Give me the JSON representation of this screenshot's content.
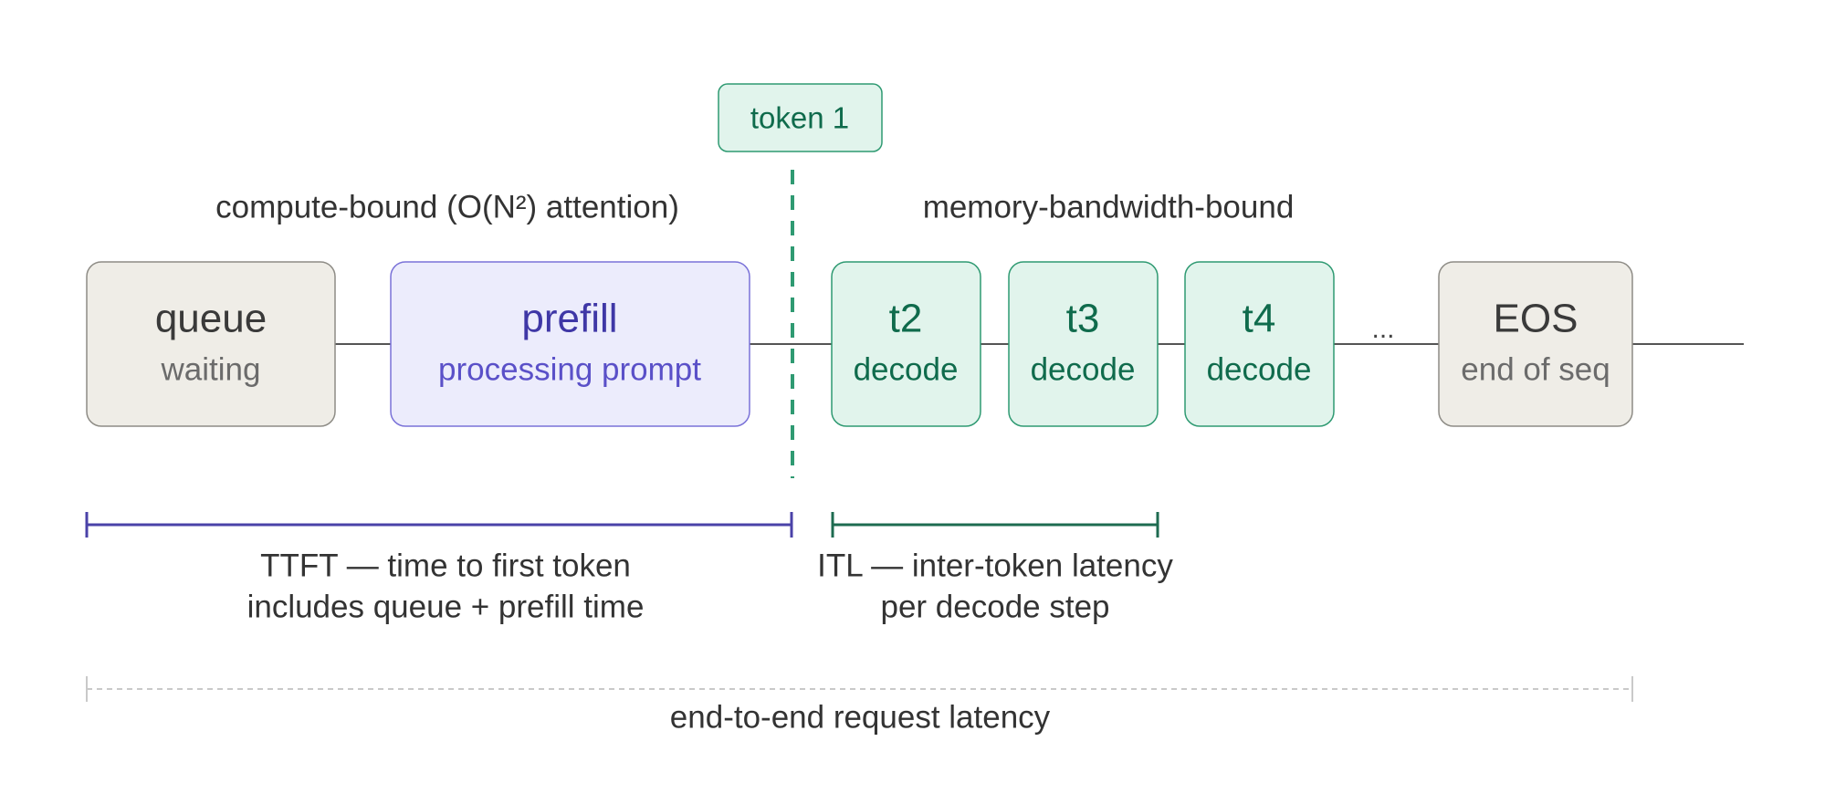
{
  "colors": {
    "neutral_fill": "#efede7",
    "neutral_stroke": "#8e8c86",
    "neutral_title": "#3a3a3a",
    "neutral_sub": "#6b6b6b",
    "prefill_fill": "#ececfc",
    "prefill_stroke": "#7a72d8",
    "prefill_text": "#3f37a6",
    "decode_fill": "#e1f4ec",
    "decode_stroke": "#2f9a72",
    "decode_text": "#0f6b4c",
    "ttft_bracket": "#4a42a8",
    "itl_bracket": "#1e6b50",
    "e2e_line": "#c9c9c9",
    "timeline": "#555555"
  },
  "token_marker": {
    "label": "token 1"
  },
  "phases": {
    "compute_label": "compute-bound (O(N²) attention)",
    "memory_label": "memory-bandwidth-bound"
  },
  "stages": {
    "queue": {
      "title": "queue",
      "subtitle": "waiting"
    },
    "prefill": {
      "title": "prefill",
      "subtitle": "processing prompt"
    },
    "t2": {
      "title": "t2",
      "subtitle": "decode"
    },
    "t3": {
      "title": "t3",
      "subtitle": "decode"
    },
    "t4": {
      "title": "t4",
      "subtitle": "decode"
    },
    "ellipsis": "...",
    "eos": {
      "title": "EOS",
      "subtitle": "end of seq"
    }
  },
  "ttft": {
    "line1": "TTFT — time to first token",
    "line2": "includes queue + prefill time"
  },
  "itl": {
    "line1": "ITL — inter-token latency",
    "line2": "per decode step"
  },
  "e2e": {
    "label": "end-to-end request latency"
  }
}
